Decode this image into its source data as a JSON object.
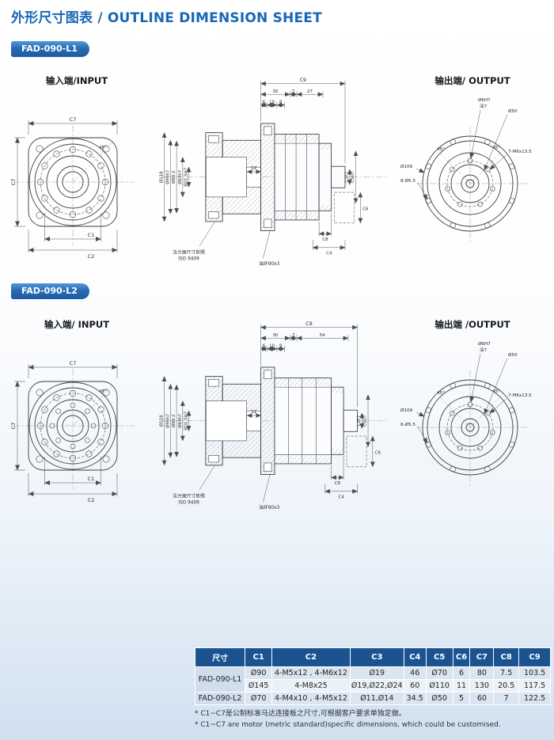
{
  "page": {
    "title": "外形尺寸图表 / OUTLINE DIMENSION SHEET"
  },
  "sections": [
    {
      "badge": "FAD-090-L1",
      "input": {
        "title": "输入端/INPUT",
        "c7_top": "C7",
        "c7_left": "C7",
        "c1": "C1",
        "c2": "C2",
        "angle": "45°"
      },
      "sect": {
        "c9": "C9",
        "seg_30": "30",
        "seg_7": "7",
        "seg_len": "27",
        "seg_6": "6",
        "seg_10": "10",
        "seg_8": "8",
        "dia_118": "Ø118",
        "dia_90": "Ø90h7",
        "dia_89": "Ø89.2",
        "dia_63": "Ø63h7",
        "dia_315": "Ø31.5H7",
        "dim_12": "12",
        "c3": "C3F7",
        "c5": "C5G7",
        "c6": "C6",
        "c8": "C8",
        "c4": "C4",
        "flange_note1": "法兰面尺寸依照",
        "flange_note2": "ISO 9409",
        "oil_note": "油环90x3"
      },
      "output": {
        "title": "输出端/ OUTPUT",
        "pin": "Ø6H7",
        "pin_depth": "深7",
        "d50": "Ø50",
        "tap": "7-M6x13.5",
        "d109": "Ø109",
        "holes8": "8-Ø5.5",
        "angle1": "45°",
        "angle2": "45°"
      }
    },
    {
      "badge": "FAD-090-L2",
      "input": {
        "title": "输入端/ INPUT",
        "c7_top": "C7",
        "c7_left": "C7",
        "c1": "C1",
        "c2": "C2",
        "angle": "45°"
      },
      "sect": {
        "c9": "C9",
        "seg_30": "30",
        "seg_7": "7",
        "seg_len": "54",
        "seg_6": "6",
        "seg_10": "10",
        "seg_8": "8",
        "dia_118": "Ø118",
        "dia_90": "Ø90h7",
        "dia_89": "Ø89.2",
        "dia_63": "Ø63h7",
        "dia_315": "Ø31.5H7",
        "dim_12": "12",
        "c3": "C3F7",
        "c5": "C5G7",
        "c6": "C6",
        "c8": "C8",
        "c4": "C4",
        "flange_note1": "法兰面尺寸依照",
        "flange_note2": "ISO 9409",
        "oil_note": "油环90x3"
      },
      "output": {
        "title": "输出端 /OUTPUT",
        "pin": "Ø6H7",
        "pin_depth": "深7",
        "d50": "Ø50",
        "tap": "7-M6x13.5",
        "d109": "Ø109",
        "holes8": "8-Ø5.5",
        "angle1": "45°",
        "angle2": "45°"
      }
    }
  ],
  "table": {
    "headers": [
      "尺寸",
      "C1",
      "C2",
      "C3",
      "C4",
      "C5",
      "C6",
      "C7",
      "C8",
      "C9"
    ],
    "rows": [
      {
        "model": "FAD-090-L1",
        "sub": [
          [
            "Ø90",
            "4-M5x12 , 4-M6x12",
            "Ø19",
            "46",
            "Ø70",
            "6",
            "80",
            "7.5",
            "103.5"
          ],
          [
            "Ø145",
            "4-M8x25",
            "Ø19,Ø22,Ø24",
            "60",
            "Ø110",
            "11",
            "130",
            "20.5",
            "117.5"
          ]
        ]
      },
      {
        "model": "FAD-090-L2",
        "sub": [
          [
            "Ø70",
            "4-M4x10 , 4-M5x12",
            "Ø11,Ø14",
            "34.5",
            "Ø50",
            "5",
            "60",
            "7",
            "122.5"
          ]
        ]
      }
    ]
  },
  "footnotes": [
    "* C1~C7是公制标准马达连接板之尺寸,可根据客户要求单独定做。",
    "* C1~C7 are motor (metric standard)specific dimensions, which could be customised."
  ]
}
